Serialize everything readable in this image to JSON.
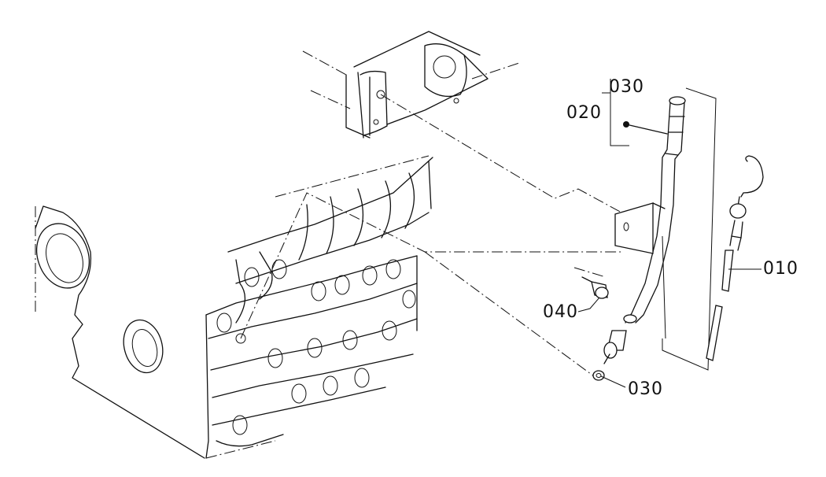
{
  "callouts": {
    "part_010": "010",
    "part_020": "020",
    "part_030_top": "030",
    "part_030_bottom": "030",
    "part_040": "040"
  }
}
